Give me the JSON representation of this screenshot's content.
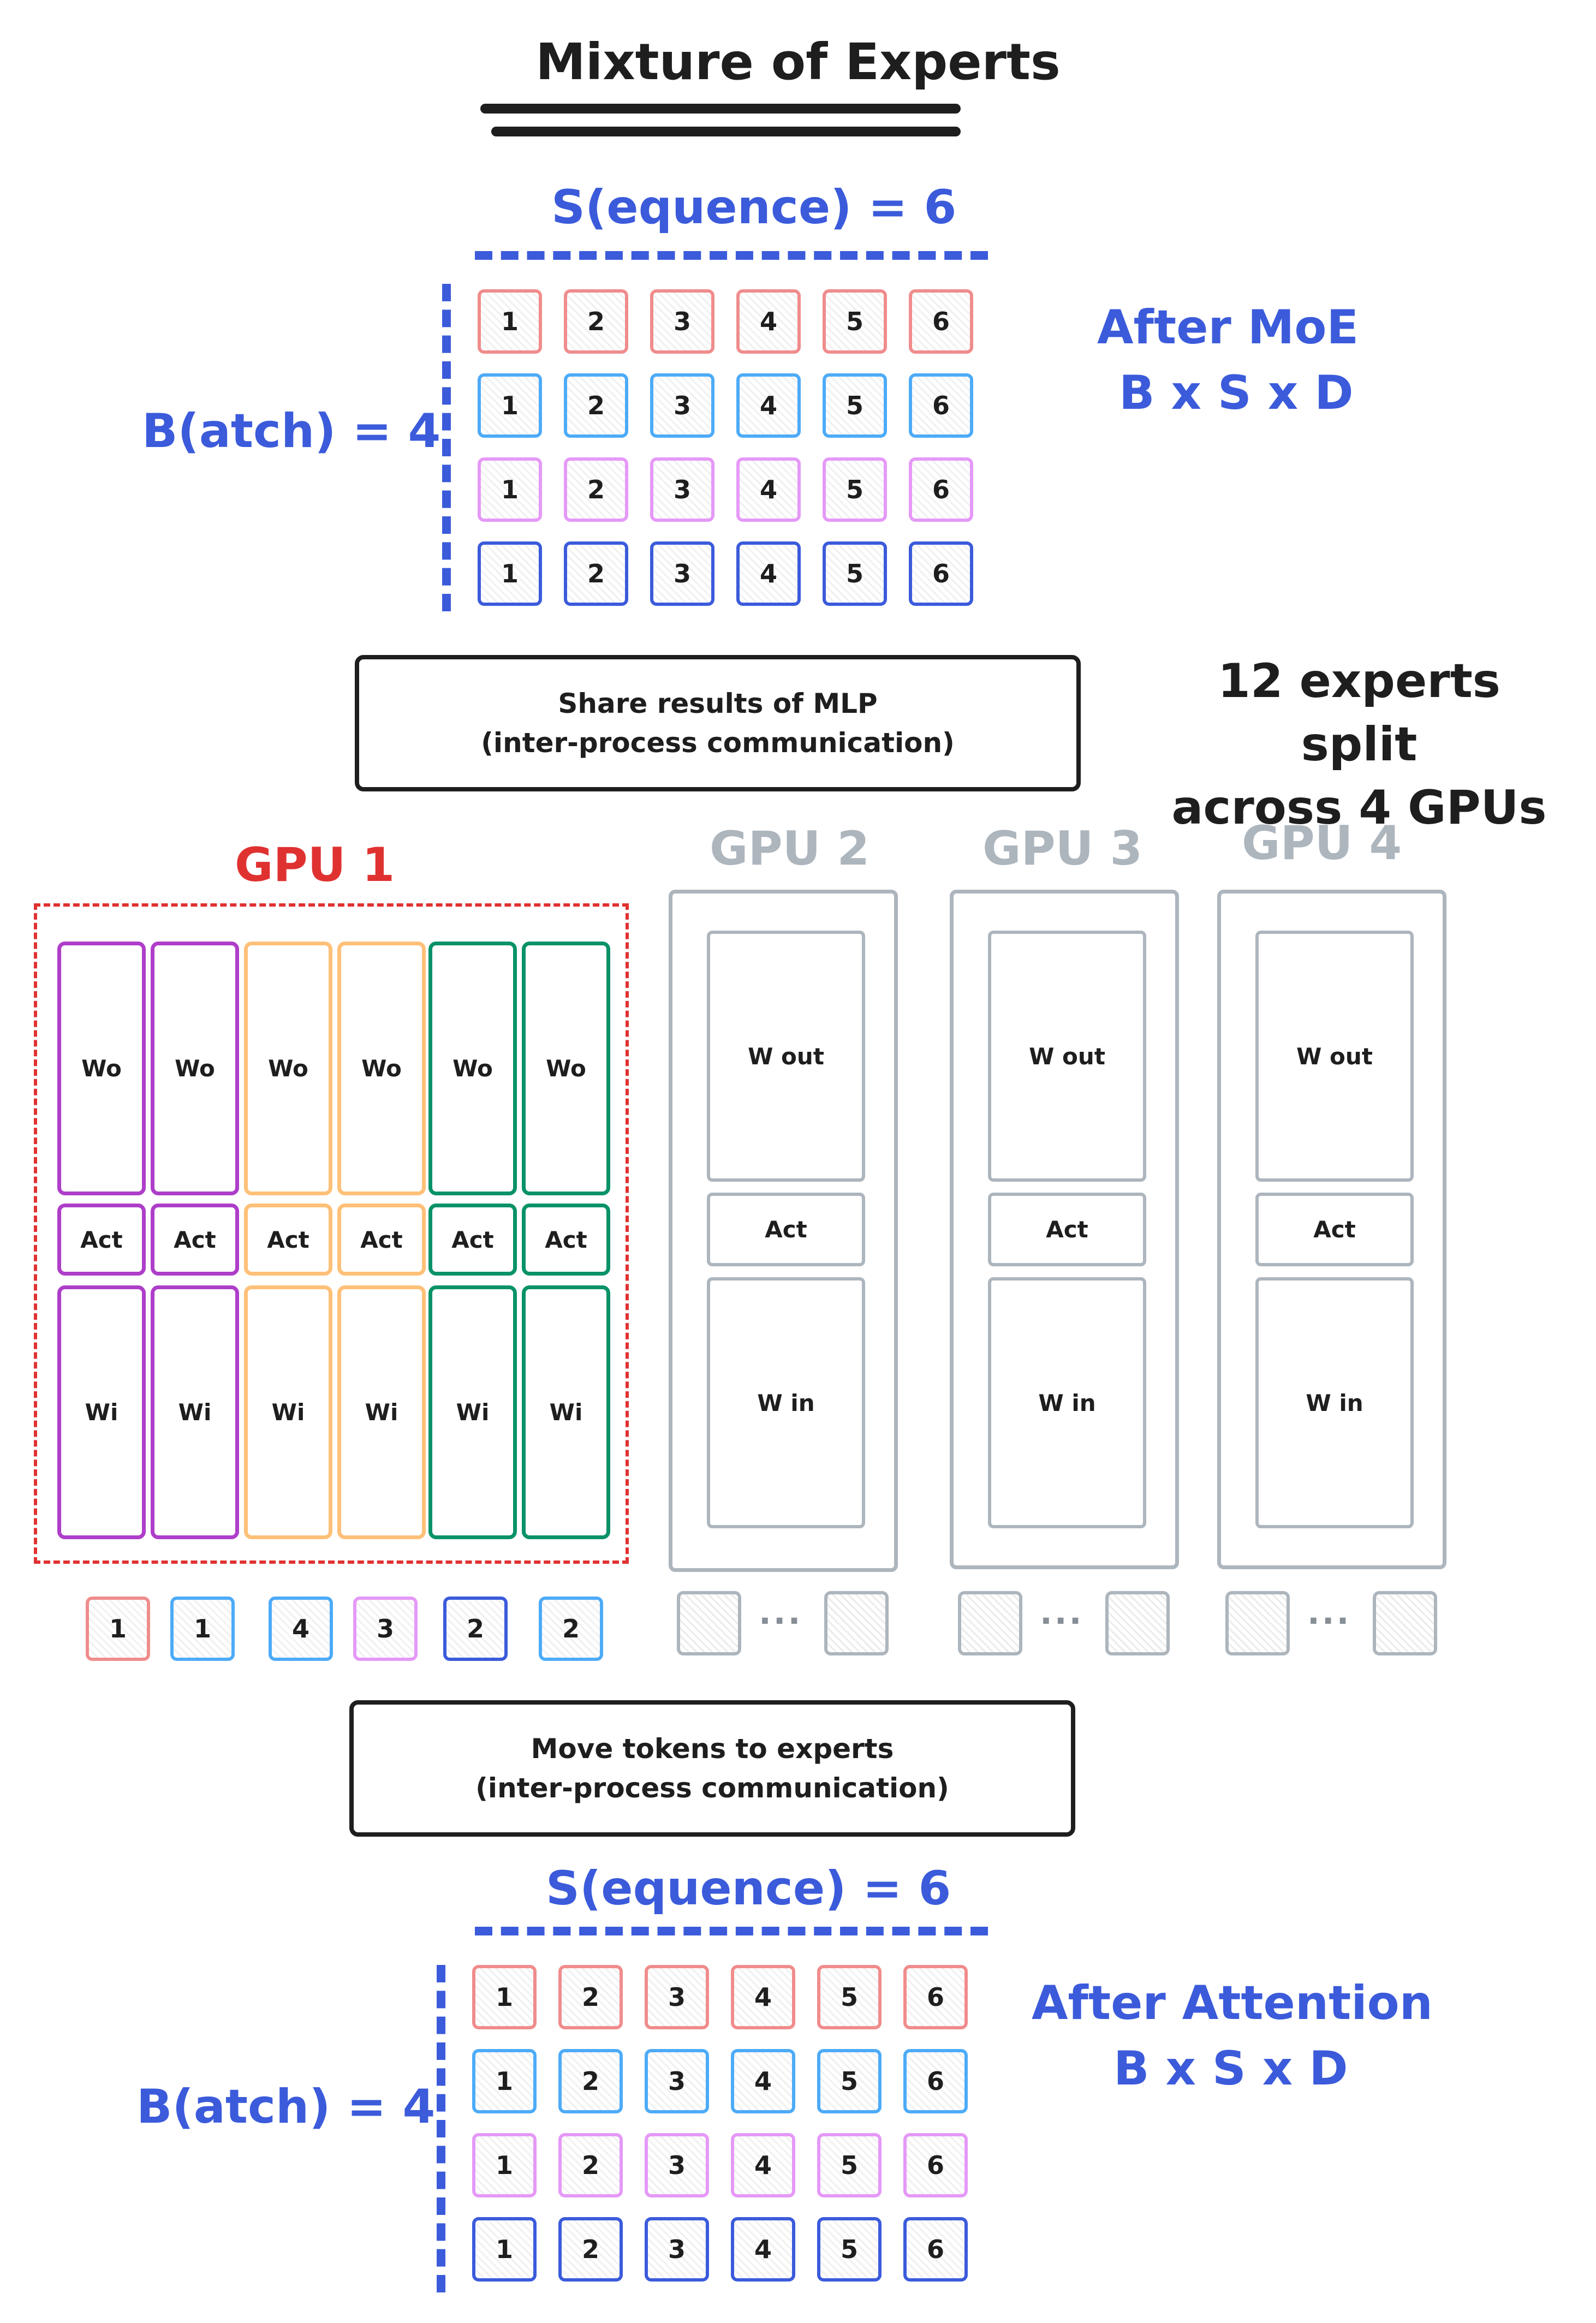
{
  "title": "Mixture of Experts",
  "top_grid": {
    "seq_label": "S(equence) = 6",
    "batch_label": "B(atch) = 4",
    "side_title": "After MoE",
    "side_dims": "B x S x D"
  },
  "bottom_grid": {
    "seq_label": "S(equence) = 6",
    "batch_label": "B(atch) = 4",
    "side_title": "After Attention",
    "side_dims": "B x S x D"
  },
  "row_colors": [
    {
      "border": "#f08c8c",
      "text": "#1e1e1e"
    },
    {
      "border": "#4dabf7",
      "text": "#1e1e1e"
    },
    {
      "border": "#e599f7",
      "text": "#1e1e1e"
    },
    {
      "border": "#3b5bdb",
      "text": "#1e1e1e"
    }
  ],
  "tokens": [
    "1",
    "2",
    "3",
    "4",
    "5",
    "6"
  ],
  "share_box": {
    "line1": "Share results of MLP",
    "line2": "(inter-process communication)"
  },
  "move_box": {
    "line1": "Move tokens to experts",
    "line2": "(inter-process communication)"
  },
  "experts_note": {
    "line1": "12 experts split",
    "line2": "across 4 GPUs"
  },
  "gpu1": {
    "label": "GPU 1",
    "expert_colors": [
      "#ae3ec9",
      "#ae3ec9",
      "#ffc078",
      "#ffc078",
      "#099268",
      "#099268"
    ],
    "wo_label": "Wo",
    "act_label": "Act",
    "wi_label": "Wi",
    "routed_tokens": [
      {
        "label": "1",
        "color": "#f08c8c"
      },
      {
        "label": "1",
        "color": "#4dabf7"
      },
      {
        "label": "4",
        "color": "#4dabf7"
      },
      {
        "label": "3",
        "color": "#e599f7"
      },
      {
        "label": "2",
        "color": "#3b5bdb"
      },
      {
        "label": "2",
        "color": "#4dabf7"
      }
    ]
  },
  "other_gpus": [
    {
      "label": "GPU 2",
      "w_out": "W out",
      "act": "Act",
      "w_in": "W in",
      "ellipsis": "..."
    },
    {
      "label": "GPU 3",
      "w_out": "W out",
      "act": "Act",
      "w_in": "W in",
      "ellipsis": "..."
    },
    {
      "label": "GPU 4",
      "w_out": "W out",
      "act": "Act",
      "w_in": "W in",
      "ellipsis": "..."
    }
  ]
}
